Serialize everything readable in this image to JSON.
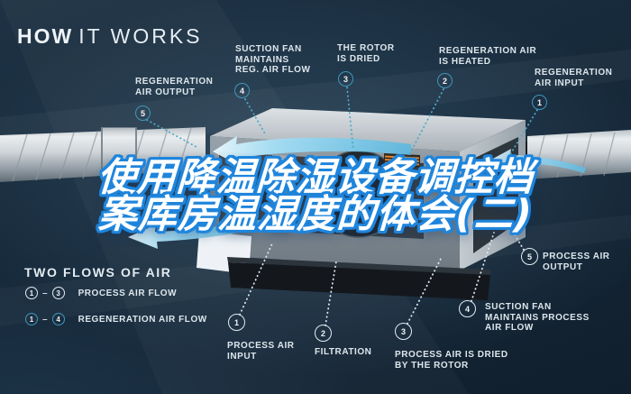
{
  "title": {
    "word_bold": "HOW",
    "word_light": "IT WORKS"
  },
  "headline": {
    "line1": "使用降温除湿设备调控档",
    "line2": "案库房温湿度的体会(二)"
  },
  "top_labels": [
    {
      "id": "regeneration-air-output",
      "num": "5",
      "lines": [
        "REGENERATION",
        "AIR OUTPUT"
      ]
    },
    {
      "id": "suction-fan-reg",
      "num": "4",
      "lines": [
        "SUCTION FAN",
        "MAINTAINS",
        "REG. AIR FLOW"
      ]
    },
    {
      "id": "rotor-is-dried",
      "num": "3",
      "lines": [
        "THE ROTOR",
        "IS DRIED"
      ]
    },
    {
      "id": "regeneration-air-heated",
      "num": "2",
      "lines": [
        "REGENERATION AIR",
        "IS HEATED"
      ]
    },
    {
      "id": "regeneration-air-input",
      "num": "1",
      "lines": [
        "REGENERATION",
        "AIR INPUT"
      ]
    }
  ],
  "bottom_labels": [
    {
      "id": "process-air-input",
      "num": "1",
      "lines": [
        "PROCESS AIR",
        "INPUT"
      ]
    },
    {
      "id": "filtration",
      "num": "2",
      "lines": [
        "FILTRATION"
      ]
    },
    {
      "id": "process-air-dried",
      "num": "3",
      "lines": [
        "PROCESS AIR IS DRIED",
        "BY THE ROTOR"
      ]
    },
    {
      "id": "suction-fan-process",
      "num": "4",
      "lines": [
        "SUCTION FAN",
        "MAINTAINS PROCESS",
        "AIR FLOW"
      ]
    },
    {
      "id": "process-air-output",
      "num": "5",
      "lines": [
        "PROCESS AIR",
        "OUTPUT"
      ]
    }
  ],
  "legend": {
    "heading": "TWO FLOWS OF AIR",
    "rows": [
      {
        "from": "1",
        "to": "3",
        "dash": "–",
        "label": "PROCESS AIR FLOW",
        "color": "white"
      },
      {
        "from": "1",
        "to": "4",
        "dash": "–",
        "label": "REGENERATION AIR FLOW",
        "color": "teal"
      }
    ]
  },
  "colors": {
    "background": "#16293a",
    "teal_accent": "#3e97ba",
    "label_text": "#dde6ec",
    "headline_fill": "#ffffff",
    "headline_stroke": "#1f85dc",
    "arrow_cyan": "#7fd0ee",
    "heater_orange": "#e2882f"
  }
}
